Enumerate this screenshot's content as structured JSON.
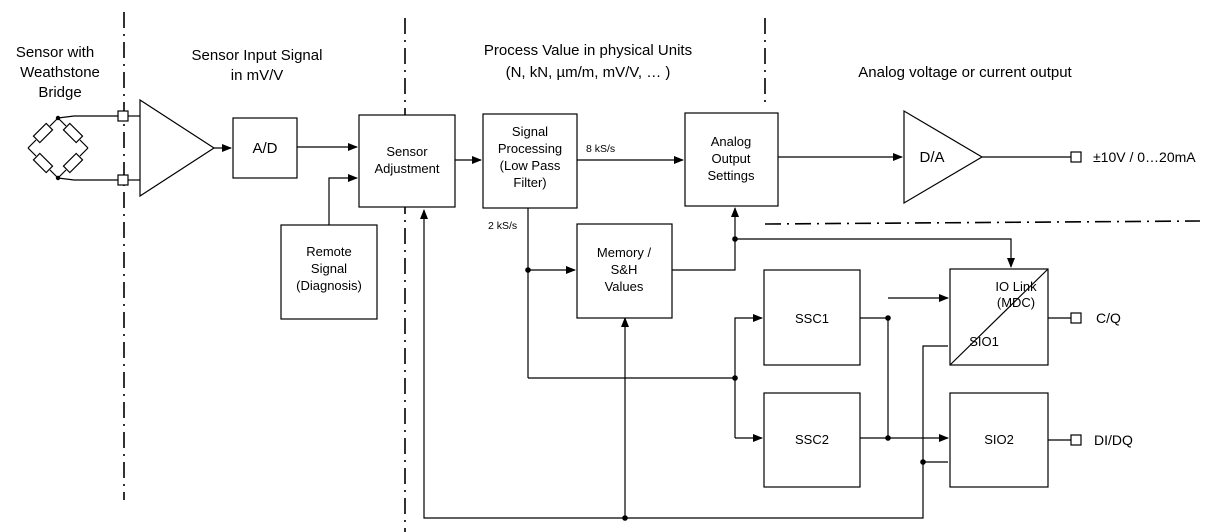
{
  "headers": {
    "sensor": [
      "Sensor with",
      "Weathstone",
      "Bridge"
    ],
    "input_signal": [
      "Sensor Input Signal",
      "in mV/V"
    ],
    "process_value": [
      "Process Value in physical Units",
      "(N, kN, µm/m, mV/V, … )"
    ],
    "analog_output": "Analog voltage or current output"
  },
  "blocks": {
    "ad": "A/D",
    "sensor_adjustment": [
      "Sensor",
      "Adjustment"
    ],
    "remote_signal": [
      "Remote",
      "Signal",
      "(Diagnosis)"
    ],
    "signal_processing": [
      "Signal",
      "Processing",
      "(Low Pass",
      "Filter)"
    ],
    "analog_output_settings": [
      "Analog",
      "Output",
      "Settings"
    ],
    "da": "D/A",
    "memory": [
      "Memory /",
      "S&H",
      "Values"
    ],
    "ssc1": "SSC1",
    "ssc2": "SSC2",
    "io_link": [
      "IO Link",
      "(MDC)"
    ],
    "sio1": "SIO1",
    "sio2": "SIO2"
  },
  "rates": {
    "fast": "8 kS/s",
    "slow": "2 kS/s"
  },
  "outputs": {
    "analog": "±10V / 0…20mA",
    "cq": "C/Q",
    "didq": "DI/DQ"
  }
}
